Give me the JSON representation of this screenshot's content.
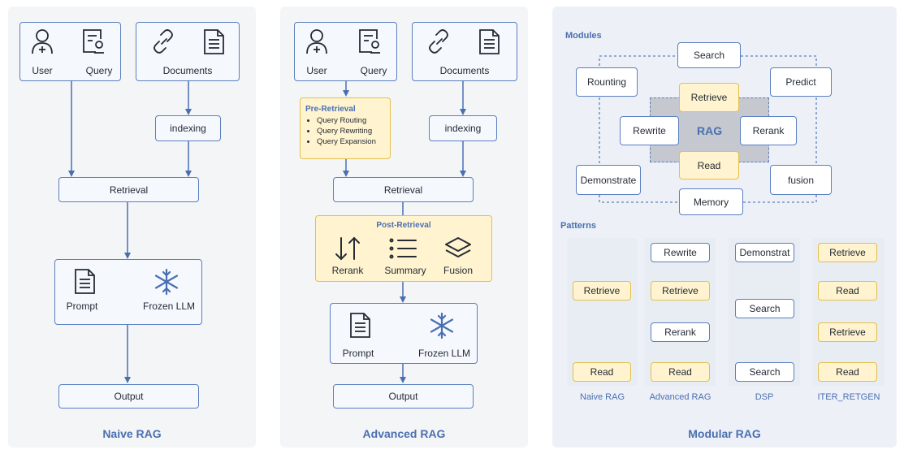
{
  "naive": {
    "title": "Naive RAG",
    "user": "User",
    "query": "Query",
    "documents": "Documents",
    "indexing": "indexing",
    "retrieval": "Retrieval",
    "prompt": "Prompt",
    "frozen_llm": "Frozen LLM",
    "output": "Output"
  },
  "advanced": {
    "title": "Advanced RAG",
    "user": "User",
    "query": "Query",
    "documents": "Documents",
    "indexing": "indexing",
    "retrieval": "Retrieval",
    "pre_title": "Pre-Retrieval",
    "pre_items": [
      "Query Routing",
      "Query Rewriting",
      "Query Expansion"
    ],
    "post_title": "Post-Retrieval",
    "rerank": "Rerank",
    "summary": "Summary",
    "fusion": "Fusion",
    "prompt": "Prompt",
    "frozen_llm": "Frozen LLM",
    "output": "Output"
  },
  "modular": {
    "title": "Modular RAG",
    "modules_label": "Modules",
    "patterns_label": "Patterns",
    "center": "RAG",
    "modules": {
      "search": "Search",
      "routing": "Rounting",
      "predict": "Predict",
      "retrieve": "Retrieve",
      "rewrite": "Rewrite",
      "rerank": "Rerank",
      "read": "Read",
      "demonstrate": "Demonstrate",
      "fusion": "fusion",
      "memory": "Memory"
    },
    "patterns": [
      {
        "name": "Naive RAG",
        "steps": [
          "Retrieve",
          "Read"
        ]
      },
      {
        "name": "Advanced RAG",
        "steps": [
          "Rewrite",
          "Retrieve",
          "Rerank",
          "Read"
        ]
      },
      {
        "name": "DSP",
        "steps": [
          "Demonstrat",
          "Search",
          "Search"
        ]
      },
      {
        "name": "ITER_RETGEN",
        "steps": [
          "Retrieve",
          "Read",
          "Retrieve",
          "Read"
        ]
      }
    ]
  },
  "colors": {
    "blue": "#4a6fb1",
    "yellow_fill": "#fff4cf",
    "yellow_border": "#e4bf4c",
    "purple": "#9b7fd1"
  }
}
